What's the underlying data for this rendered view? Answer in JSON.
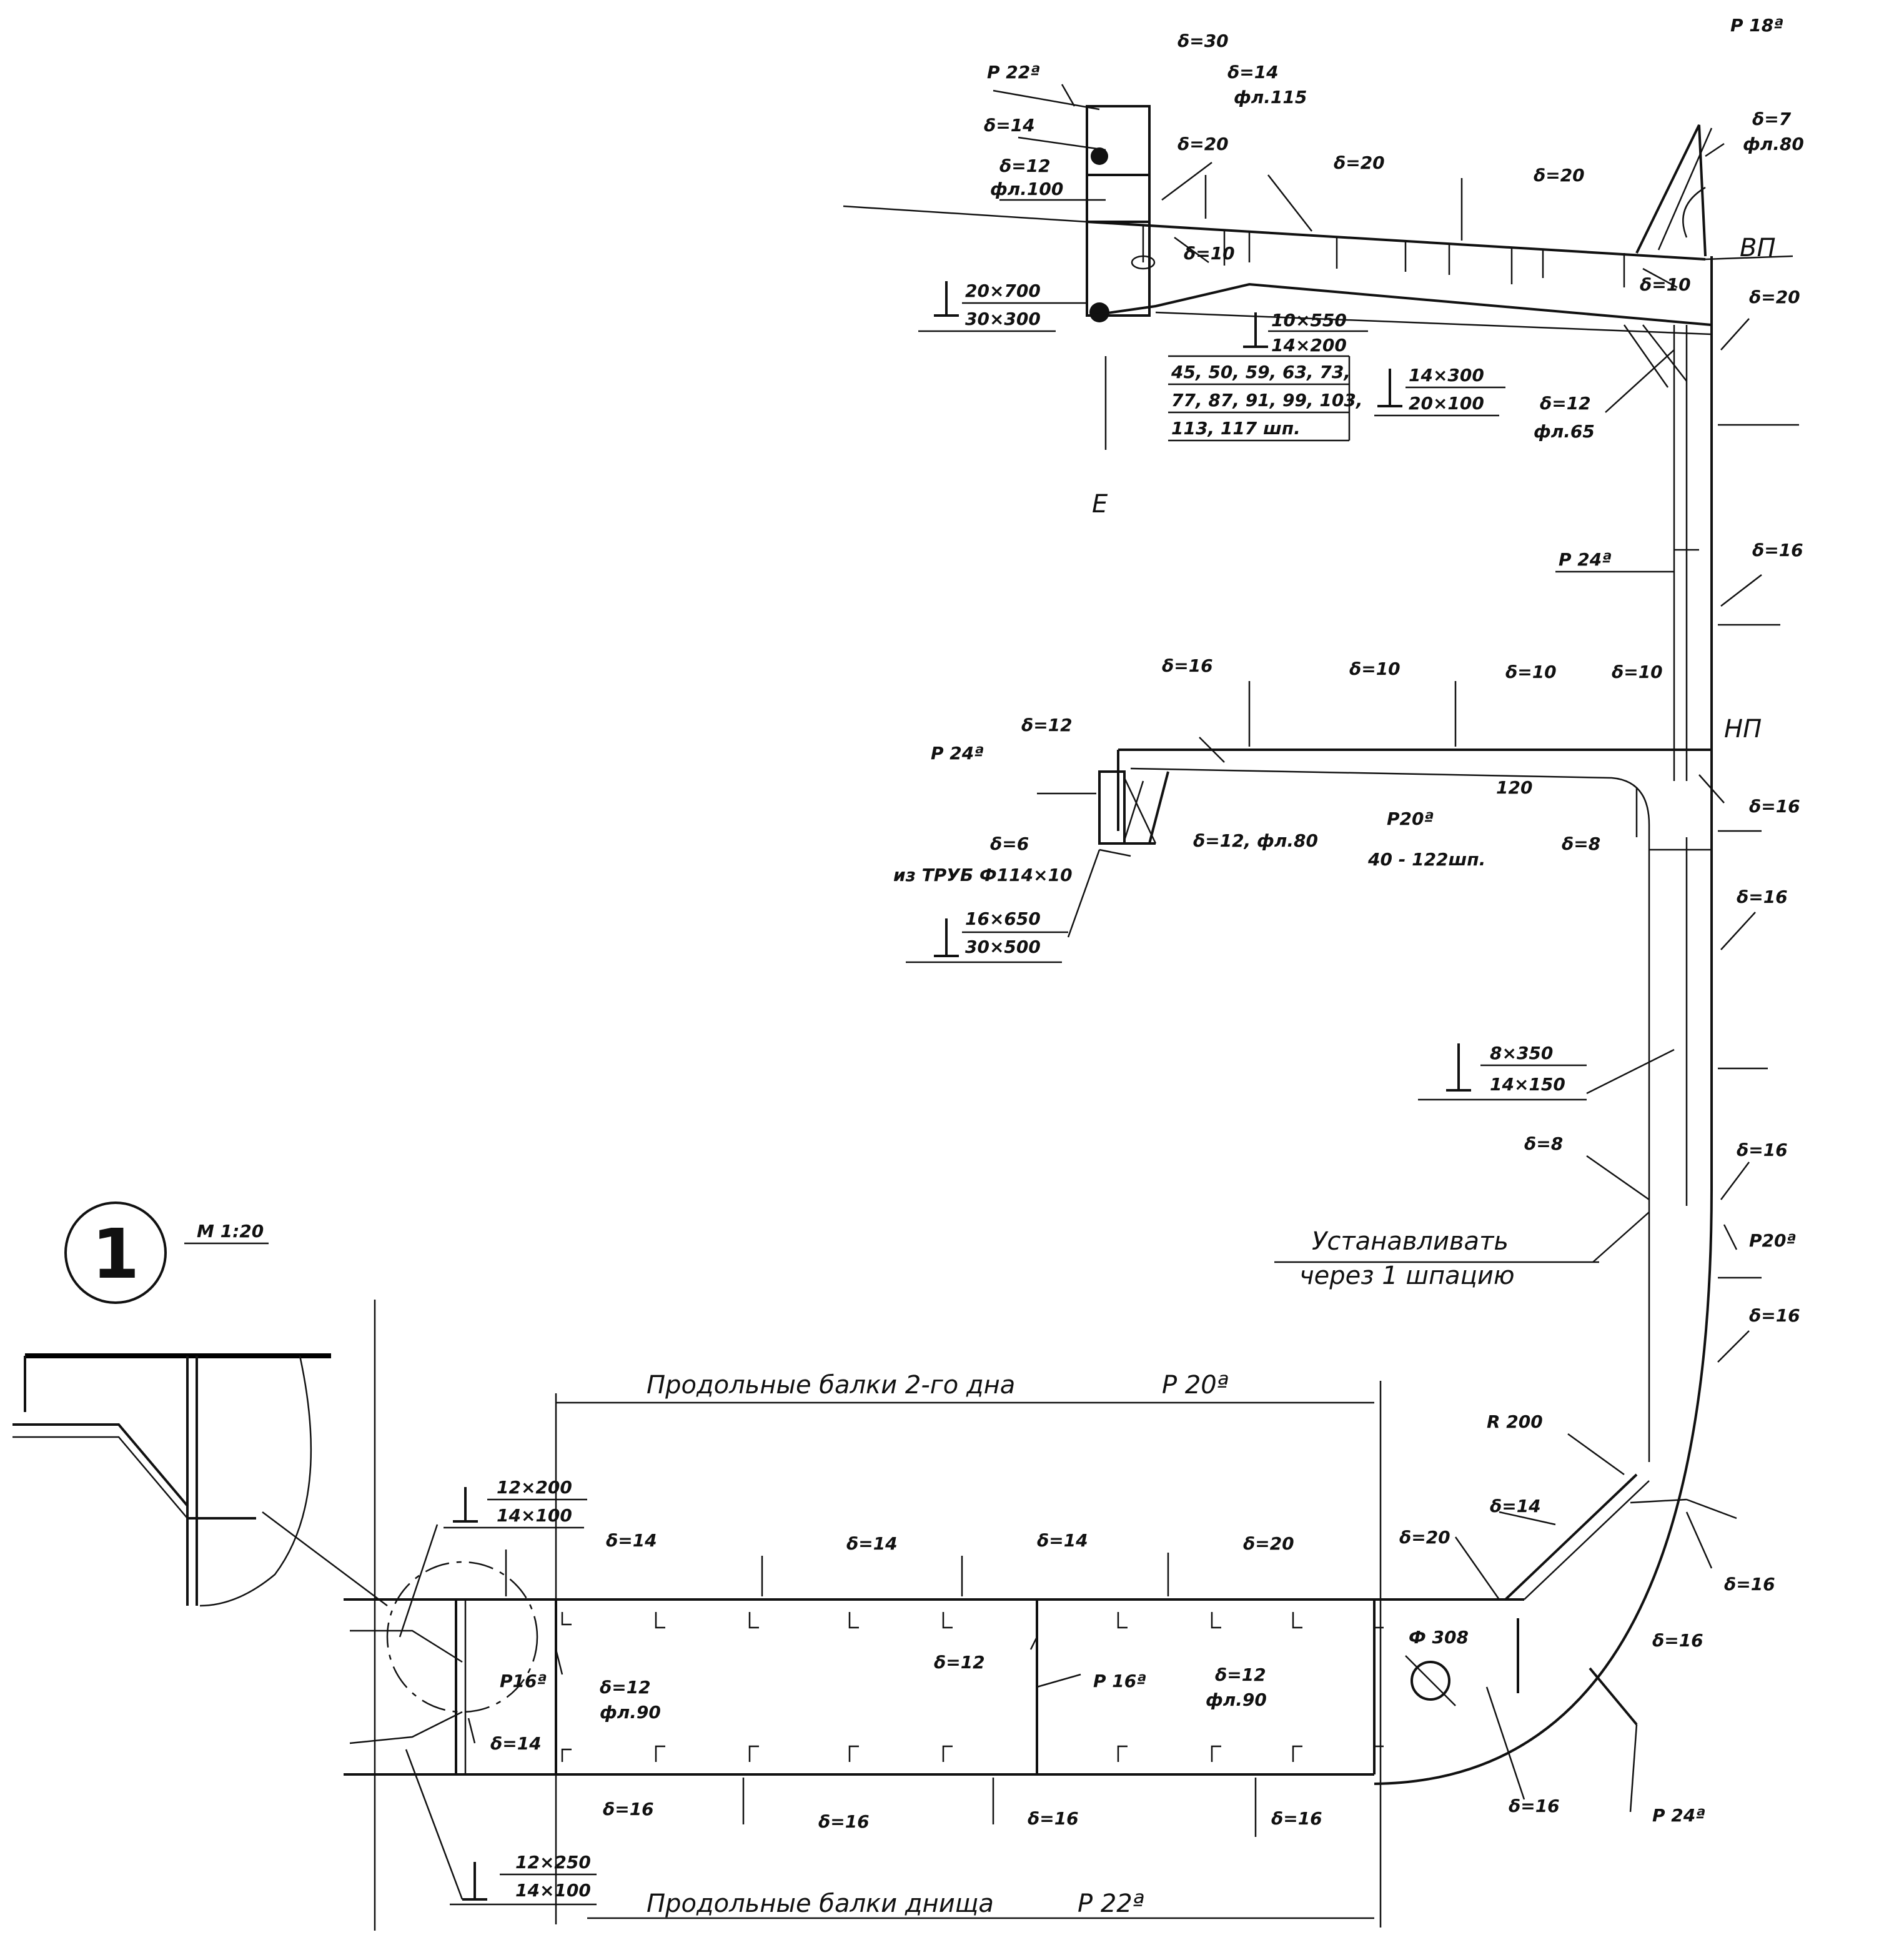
{
  "view": {
    "number": "1",
    "scale": "M 1:20",
    "section_arrow": "E"
  },
  "level_labels": {
    "upper_deck": "ВП",
    "lower_deck": "НП"
  },
  "labels": {
    "p22a_top": "Р 22ª",
    "d30": "δ=30",
    "d14_fl115_a": "δ=14",
    "d14_fl115_b": "фл.115",
    "d14_left": "δ=14",
    "d12_fl100_a": "δ=12",
    "d12_fl100_b": "фл.100",
    "d20_web": "δ=20",
    "d10_a": "δ=10",
    "d20_deck": "δ=20",
    "d20_deck2": "δ=20",
    "d10_b": "δ=10",
    "p18a": "Р 18ª",
    "d7_a": "δ=7",
    "d7_b": "фл.80",
    "d20_side": "δ=20",
    "tb_20x700": "20×700",
    "tb_30x300": "30×300",
    "tb_10x550": "10×550",
    "tb_14x200": "14×200",
    "frames_1": "45, 50, 59, 63, 73,",
    "frames_2": "77, 87, 91, 99, 103,",
    "frames_3": "113, 117 шп.",
    "tb_14x300": "14×300",
    "tb_20x100": "20×100",
    "d12_fl65_a": "δ=12",
    "d12_fl65_b": "фл.65",
    "p24a_side": "Р 24ª",
    "d16_side1": "δ=16",
    "d16_mid": "δ=16",
    "d10_m1": "δ=10",
    "d10_m2": "δ=10",
    "d10_m3": "δ=10",
    "d12_m": "δ=12",
    "p24a_m": "Р 24ª",
    "d6": "δ=6",
    "pipes": "из ТРУБ Ф114×10",
    "d12_fl80": "δ=12, фл.80",
    "p20a_m": "Р20ª",
    "frames_40_122": "40 - 122шп.",
    "dim_120": "120",
    "d8_m": "δ=8",
    "d16_np": "δ=16",
    "tb_16x650": "16×650",
    "tb_30x500": "30×500",
    "d16_side2": "δ=16",
    "tb_8x350": "8×350",
    "tb_14x150": "14×150",
    "d8_b": "δ=8",
    "d16_side3": "δ=16",
    "p20a_side": "Р20ª",
    "install_1": "Устанавливать",
    "install_2": "через 1 шпацию",
    "d16_side4": "δ=16",
    "long_2nd_bottom": "Продольные балки 2-го дна",
    "p20a_2nd": "Р 20ª",
    "r200": "R 200",
    "d14_bilge": "δ=14",
    "d16_bilge": "δ=16",
    "tb_12x200": "12×200",
    "tb_14x100_a": "14×100",
    "d14_ib1": "δ=14",
    "d14_ib2": "δ=14",
    "d14_ib3": "δ=14",
    "d20_ib": "δ=20",
    "d20_ib2": "δ=20",
    "d12_fl90_a": "δ=12",
    "d12_fl90_b": "фл.90",
    "d12_girder": "δ=12",
    "p16a_a": "Р16ª",
    "p16a_b": "Р 16ª",
    "d12_fl90_c": "δ=12",
    "d12_fl90_d": "фл.90",
    "phi308": "Ф 308",
    "d14_small": "δ=14",
    "d16_bk": "δ=16",
    "d16_b1": "δ=16",
    "d16_b2": "δ=16",
    "d16_b3": "δ=16",
    "d16_b4": "δ=16",
    "d16_b5": "δ=16",
    "p24a_bottom": "Р 24ª",
    "tb_12x250": "12×250",
    "tb_14x100_b": "14×100",
    "long_bottom": "Продольные балки днища",
    "p22a_bottom": "Р 22ª"
  }
}
